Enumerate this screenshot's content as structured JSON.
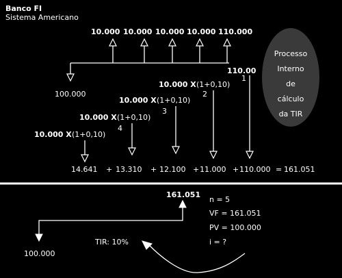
{
  "header": {
    "title": "Banco FI",
    "subtitle": "Sistema Americano"
  },
  "top": {
    "inflows": [
      "10.000",
      "10.000",
      "10.000",
      "10.000",
      "110.000"
    ],
    "outflow": "100.000",
    "last_value": "110.00"
  },
  "ellipse": {
    "lines": [
      "Processo",
      "Interno",
      "de",
      "cálculo",
      "da TIR"
    ],
    "color": "#3a3a3a"
  },
  "formulas": [
    {
      "base": "10.000 X",
      "paren": "(1+0,10)",
      "exp": "1"
    },
    {
      "base": "10.000 X",
      "paren": "(1+0,10)",
      "exp": "2"
    },
    {
      "base": "10.000 X",
      "paren": "(1+0,10)",
      "exp": "3"
    },
    {
      "base": "10.000 X",
      "paren": "(1+0,10)",
      "exp": "4"
    }
  ],
  "sum_line": {
    "terms": [
      "14.641",
      "13.310",
      "12.100",
      "11.000",
      "110.000"
    ],
    "plus": "+",
    "equals": "=",
    "total": "161.051"
  },
  "bottom": {
    "inflow": "161.051",
    "outflow": "100.000",
    "tir_label": "TIR: 10%",
    "params": [
      "n = 5",
      "VF = 161.051",
      "PV = 100.000",
      "i = ?"
    ]
  }
}
